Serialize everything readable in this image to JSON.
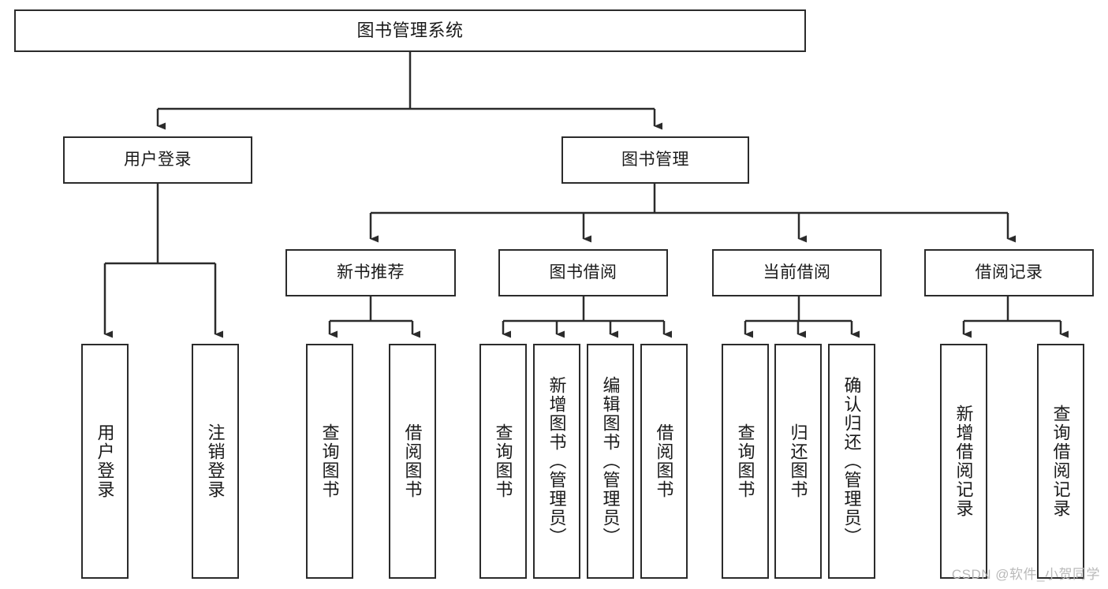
{
  "diagram": {
    "type": "tree",
    "title": "图书管理系统",
    "watermark": "CSDN @软件_小贺同学",
    "root": {
      "label": "图书管理系统"
    },
    "level1": [
      {
        "label": "用户登录"
      },
      {
        "label": "图书管理"
      }
    ],
    "level2": [
      {
        "label": "新书推荐"
      },
      {
        "label": "图书借阅"
      },
      {
        "label": "当前借阅"
      },
      {
        "label": "借阅记录"
      }
    ],
    "leaves": {
      "user_login": [
        {
          "label": "用户登录"
        },
        {
          "label": "注销登录"
        }
      ],
      "new_book_recommend": [
        {
          "label": "查询图书"
        },
        {
          "label": "借阅图书"
        }
      ],
      "book_borrow": [
        {
          "label": "查询图书"
        },
        {
          "label": "新增图书（管理员）"
        },
        {
          "label": "编辑图书（管理员）"
        },
        {
          "label": "借阅图书"
        }
      ],
      "current_borrow": [
        {
          "label": "查询图书"
        },
        {
          "label": "归还图书"
        },
        {
          "label": "确认归还（管理员）"
        }
      ],
      "borrow_record": [
        {
          "label": "新增借阅记录"
        },
        {
          "label": "查询借阅记录"
        }
      ]
    },
    "colors": {
      "stroke": "#2b2b2b",
      "fill": "#ffffff",
      "text": "#1a1a1a",
      "watermark": "#b9b9b9"
    }
  }
}
